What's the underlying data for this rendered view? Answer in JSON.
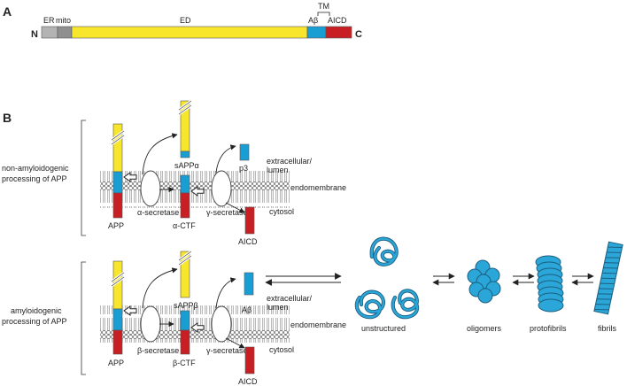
{
  "colors": {
    "grey": "#b3b3b3",
    "grey_dark": "#8f8f8f",
    "yellow": "#f7e62b",
    "blue": "#199ed4",
    "red": "#c81f24",
    "aggregate_blue": "#2aa6d8"
  },
  "panel_a": {
    "label": "A",
    "n_term": "N",
    "c_term": "C",
    "domains": {
      "er": "ER",
      "mito": "mito",
      "ed": "ED",
      "tm": "TM",
      "abeta": "Aβ",
      "aicd": "AICD"
    }
  },
  "panel_b": {
    "label": "B",
    "non_amyloid": {
      "title_line1": "non-amyloidogenic",
      "title_line2": "processing of APP",
      "app": "APP",
      "secretase1": "α-secretase",
      "ctf": "α-CTF",
      "sapp": "sAPPα",
      "peptide": "p3",
      "secretase2": "γ-secretase",
      "aicd": "AICD",
      "extracellular1": "extracellular/",
      "extracellular2": "lumen",
      "endomembrane": "endomembrane",
      "cytosol": "cytosol"
    },
    "amyloid": {
      "title_line1": "amyloidogenic",
      "title_line2": "processing of APP",
      "app": "APP",
      "secretase1": "β-secretase",
      "ctf": "β-CTF",
      "sapp": "sAPPβ",
      "peptide": "Aβ",
      "secretase2": "γ-secretase",
      "aicd": "AICD",
      "extracellular1": "extracellular/",
      "extracellular2": "lumen",
      "endomembrane": "endomembrane",
      "cytosol": "cytosol"
    },
    "aggregation": {
      "unstructured": "unstructured",
      "oligomers": "oligomers",
      "protofibrils": "protofibrils",
      "fibrils": "fibrils"
    }
  }
}
